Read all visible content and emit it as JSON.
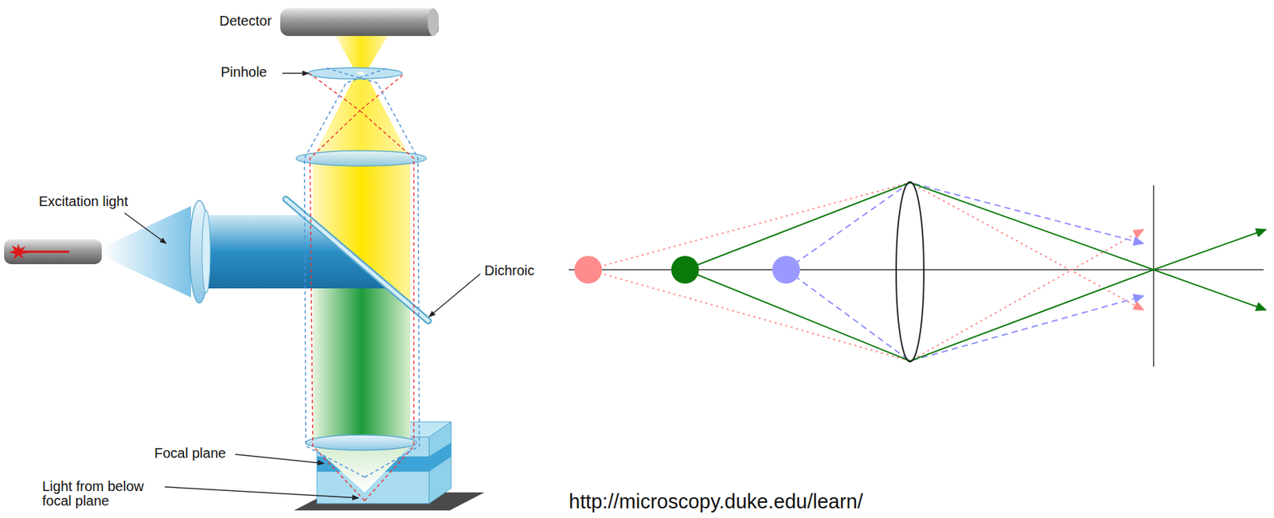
{
  "diagram": {
    "labels": [
      "Detector",
      "Pinhole",
      "Excitation light",
      "Dichroic",
      "Focal plane",
      "Light from below focal plane",
      "http://microscopy.duke.edu/learn/"
    ]
  }
}
